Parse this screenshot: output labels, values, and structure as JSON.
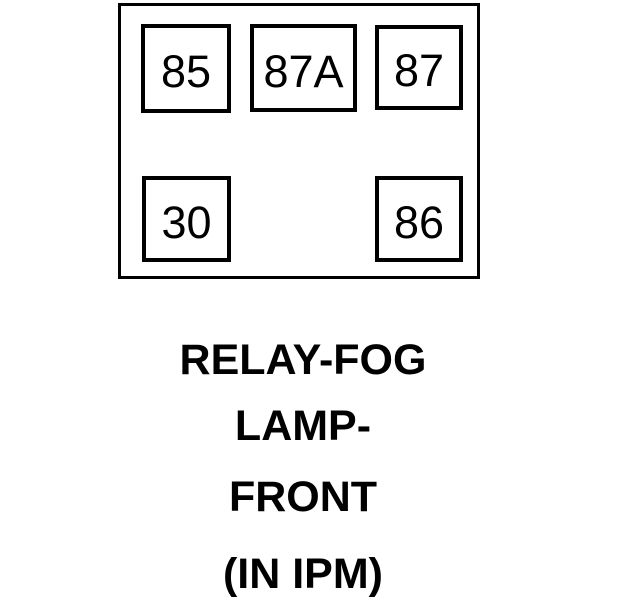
{
  "figure": {
    "relay": {
      "pins": [
        {
          "label": "85"
        },
        {
          "label": "87A"
        },
        {
          "label": "87"
        },
        {
          "label": "30"
        },
        {
          "label": "86"
        }
      ]
    },
    "caption": {
      "lines": [
        "RELAY-FOG",
        "LAMP-",
        "FRONT",
        "(IN IPM)"
      ]
    },
    "colors": {
      "line": "#000000",
      "text": "#000000",
      "background": "#ffffff"
    }
  }
}
